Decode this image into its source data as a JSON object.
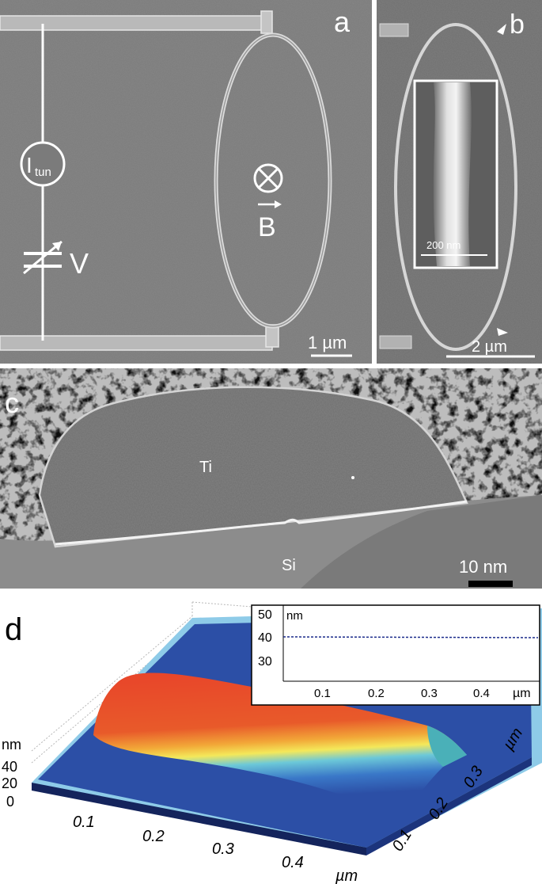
{
  "panels": {
    "a": {
      "label": "a",
      "current_symbol": "I",
      "current_subscript": "tun",
      "voltage_label": "V",
      "field_label": "B",
      "scale_bar": "1 µm"
    },
    "b": {
      "label": "b",
      "inset_scale": "200 nm",
      "scale_bar": "2 µm"
    },
    "c": {
      "label": "c",
      "material_top": "Ti",
      "material_bottom": "Si",
      "scale_bar": "10 nm"
    },
    "d": {
      "label": "d",
      "z_unit": "nm",
      "z_ticks": [
        "40",
        "20",
        "0"
      ],
      "x_ticks": [
        "0.1",
        "0.2",
        "0.3",
        "0.4"
      ],
      "x_unit": "µm",
      "y_ticks": [
        "0.1",
        "0.2",
        "0.3"
      ],
      "y_unit": "µm",
      "inset": {
        "y_unit": "nm",
        "y_ticks": [
          "50",
          "40",
          "30"
        ],
        "x_ticks": [
          "0.1",
          "0.2",
          "0.3",
          "0.4"
        ],
        "x_unit": "µm",
        "profile_level": 40
      }
    }
  },
  "colors": {
    "sem_background": "#7b7b7b",
    "surface_flat": "#2c4fa6",
    "surface_peak": "#e8442a",
    "inset_profile": "#1a2a8a"
  }
}
